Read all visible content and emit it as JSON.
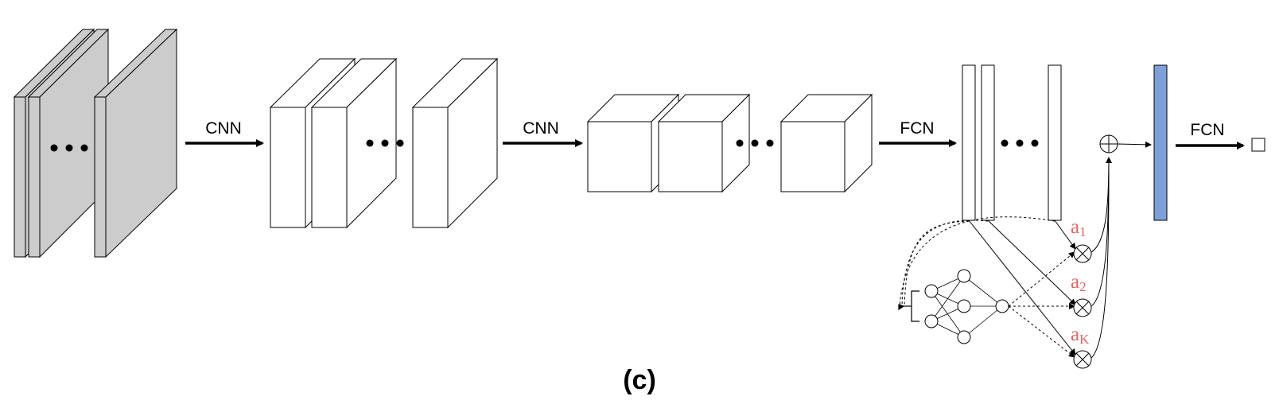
{
  "labels": {
    "cnn_1": "CNN",
    "cnn_2": "CNN",
    "fcn_1": "FCN",
    "fcn_2": "FCN"
  },
  "attention": {
    "coef_1": {
      "base": "a",
      "sub": "1"
    },
    "coef_2": {
      "base": "a",
      "sub": "2"
    },
    "coef_k": {
      "base": "a",
      "sub": "K"
    }
  },
  "caption": "(c)",
  "colors": {
    "input_frames": "#cccccc",
    "output_vector": "#7da0d8",
    "coefficient_text": "#e06666"
  }
}
